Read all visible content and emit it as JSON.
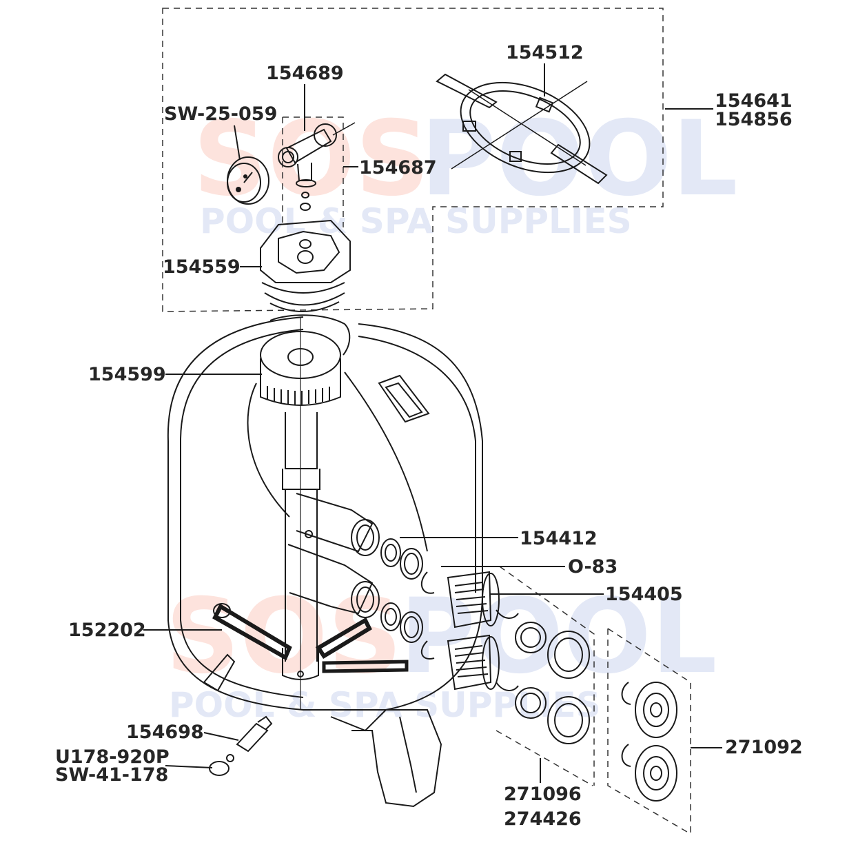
{
  "watermark": {
    "brand_left": "SOS",
    "brand_right": "POOL",
    "tagline": "POOL & SPA SUPPLIES",
    "color_left": "#fde3dd",
    "color_right": "#e3e8f6",
    "color_tagline": "#e3e8f6"
  },
  "labels": {
    "p154512": "154512",
    "p154689": "154689",
    "p154641": "154641",
    "p154856": "154856",
    "psw25059": "SW-25-059",
    "p154687": "154687",
    "p154559": "154559",
    "p154599": "154599",
    "p154412": "154412",
    "po83": "O-83",
    "p154405": "154405",
    "p152202": "152202",
    "p154698": "154698",
    "pu178": "U178-920P",
    "psw41178": "SW-41-178",
    "p271092": "271092",
    "p271096": "271096",
    "p274426": "274426"
  }
}
